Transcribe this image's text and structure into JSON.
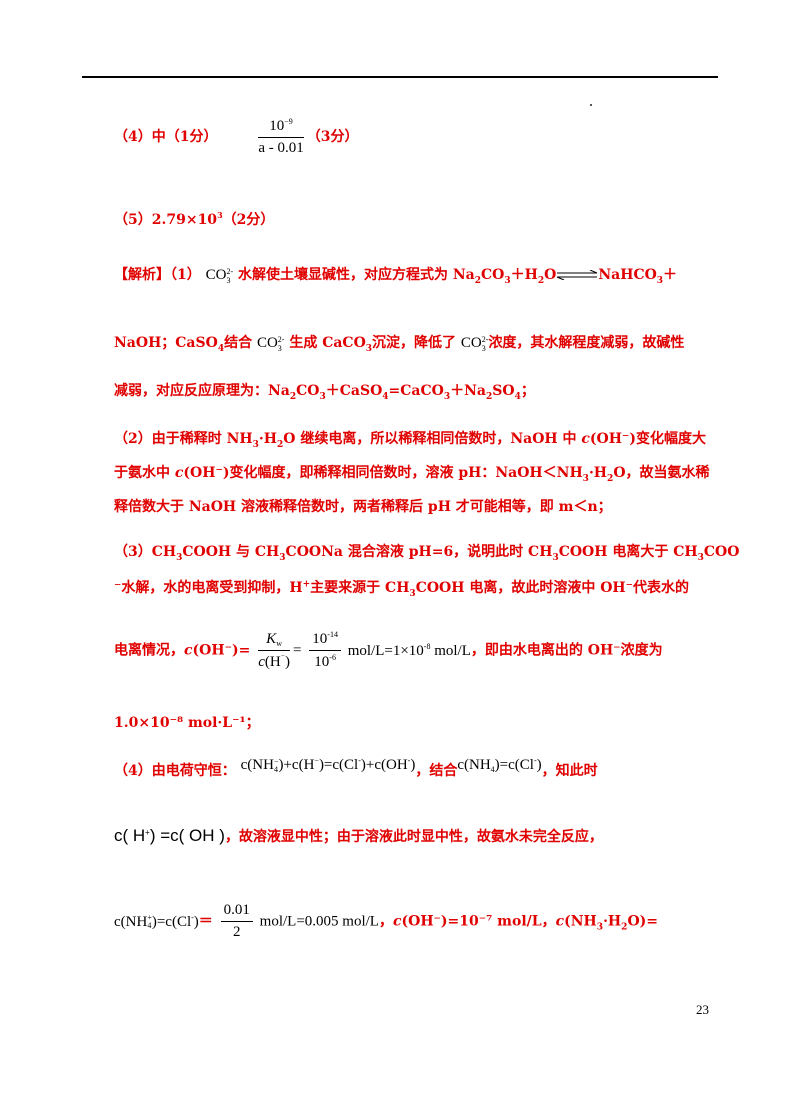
{
  "l1": {
    "label": "（4）中（1分）",
    "num": "10",
    "num_exp": "−9",
    "den": "a - 0.01",
    "score": "（3分）"
  },
  "l2": {
    "prefix": "（5）2.79×10",
    "exp": "3",
    "suffix": "（2分）"
  },
  "l3": {
    "tag": "【解析】（1）",
    "co": "CO",
    "co_sub": "3",
    "co_sup": "2-",
    "t1": "水解使土壤显碱性，对应方程式为 Na",
    "s2": "2",
    "t2": "CO",
    "s3": "3",
    "t3": "＋H",
    "s4": "2",
    "t4": "O",
    "t5": "NaHCO",
    "s5": "3",
    "t6": "＋"
  },
  "l4": {
    "t1": "NaOH；CaSO",
    "s1": "4",
    "t2": "结合",
    "t3": "生成 CaCO",
    "s2": "3",
    "t4": "沉淀，降低了",
    "t5": "浓度，其水解程度减弱，故碱性"
  },
  "l5": {
    "t1": "减弱，对应反应原理为：Na",
    "s1": "2",
    "t2": "CO",
    "s2": "3",
    "t3": "＋CaSO",
    "s3": "4",
    "t4": "=CaCO",
    "s4": "3",
    "t5": "＋Na",
    "s5": "2",
    "t6": "SO",
    "s6": "4",
    "t7": "；"
  },
  "l6": {
    "t1": "（2）由于稀释时 NH",
    "s1": "3",
    "t2": "·H",
    "s2": "2",
    "t3": "O 继续电离，所以稀释相同倍数时，NaOH 中 ",
    "c": "c",
    "t4": "(OH⁻)变化幅度大"
  },
  "l7": {
    "t1": "于氨水中 ",
    "c": "c",
    "t2": "(OH⁻)变化幅度，即稀释相同倍数时，溶液 pH：NaOH＜NH",
    "s1": "3",
    "t3": "·H",
    "s2": "2",
    "t4": "O，故当氨水稀"
  },
  "l8": {
    "t1": "释倍数大于 NaOH 溶液稀释倍数时，两者稀释后 pH 才可能相等，即 m＜n；"
  },
  "l9": {
    "t1": "（3）CH",
    "s1": "3",
    "t2": "COOH 与 CH",
    "s2": "3",
    "t3": "COONa 混合溶液 pH=6，说明此时 CH",
    "s3": "3",
    "t4": "COOH 电离大于 CH",
    "s4": "3",
    "t5": "COO"
  },
  "l10": {
    "t1": "⁻水解，水的电离受到抑制，H",
    "sup": "+",
    "t2": "主要来源于 CH",
    "s1": "3",
    "t3": "COOH 电离，故此时溶液中 OH⁻代表水的"
  },
  "l11": {
    "t1": "电离情况，",
    "c": "c",
    "t2": "(OH⁻)=",
    "kw": "K",
    "kw_sub": "w",
    "ch": "c",
    "ch2": "(H",
    "ch_sup": "⁻",
    "ch3": ")",
    "eq": "=",
    "n14": "10",
    "n14e": "-14",
    "d6": "10",
    "d6e": "-6",
    "unit": " mol/L=1×10",
    "u_e": "-8",
    "unit2": " mol/L",
    "t3": "，即由水电离出的 OH⁻浓度为"
  },
  "l12": {
    "t1": "1.0×10⁻⁸ mol·L⁻¹；"
  },
  "l13": {
    "t1": "（4）由电荷守恒：",
    "m1": "c(NH",
    "m1s": "4",
    "m1p": "−",
    "m2": ")+c(H",
    "m2p": "−",
    "m3": ")=c(Cl",
    "m3p": "-",
    "m4": ")+c(OH",
    "m4p": "-",
    "m5": ")",
    "t2": "，结合",
    "m6": "c(NH",
    "m6s": "4",
    "m7": ")=c(Cl",
    "m7p": "-",
    "m8": ")",
    "t3": "，知此时"
  },
  "l14": {
    "m1": "c( H",
    "m1p": "+",
    "m2": ") =c( OH",
    "m3": " )",
    "t1": "，故溶液显中性；由于溶液此时显中性，故氨水未完全反应，"
  },
  "l15": {
    "m1": "c(NH",
    "m1s": "4",
    "m1p": "+",
    "m2": ")=c(Cl",
    "m2p": "-",
    "m3": ")",
    "eq": "＝",
    "fn": "0.01",
    "fd": "2",
    "m4": " mol/L=0.005 mol/L",
    "t1": "，",
    "c1": "c",
    "t2": "(OH⁻)=10⁻⁷ mol/L，",
    "c2": "c",
    "t3": "(NH",
    "s1": "3",
    "t4": "·H",
    "s2": "2",
    "t5": "O)="
  },
  "page_number": "23"
}
